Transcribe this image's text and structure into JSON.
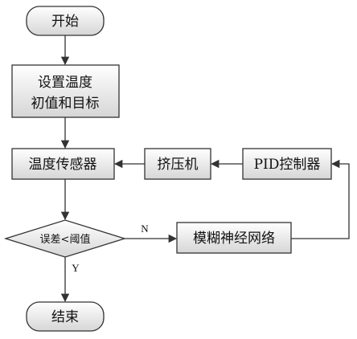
{
  "nodes": {
    "start": "开始",
    "setup_line1": "设置温度",
    "setup_line2": "初值和目标",
    "sensor": "温度传感器",
    "extruder": "挤压机",
    "pid": "PID控制器",
    "decision": "误差<阈值",
    "fuzzy": "模糊神经网络",
    "end": "结束"
  },
  "edge_labels": {
    "no": "N",
    "yes": "Y"
  },
  "colors": {
    "box_fill_gradient_top": "#ffffff",
    "box_fill_gradient_bottom": "#dcdcdc",
    "stroke": "#333333"
  }
}
